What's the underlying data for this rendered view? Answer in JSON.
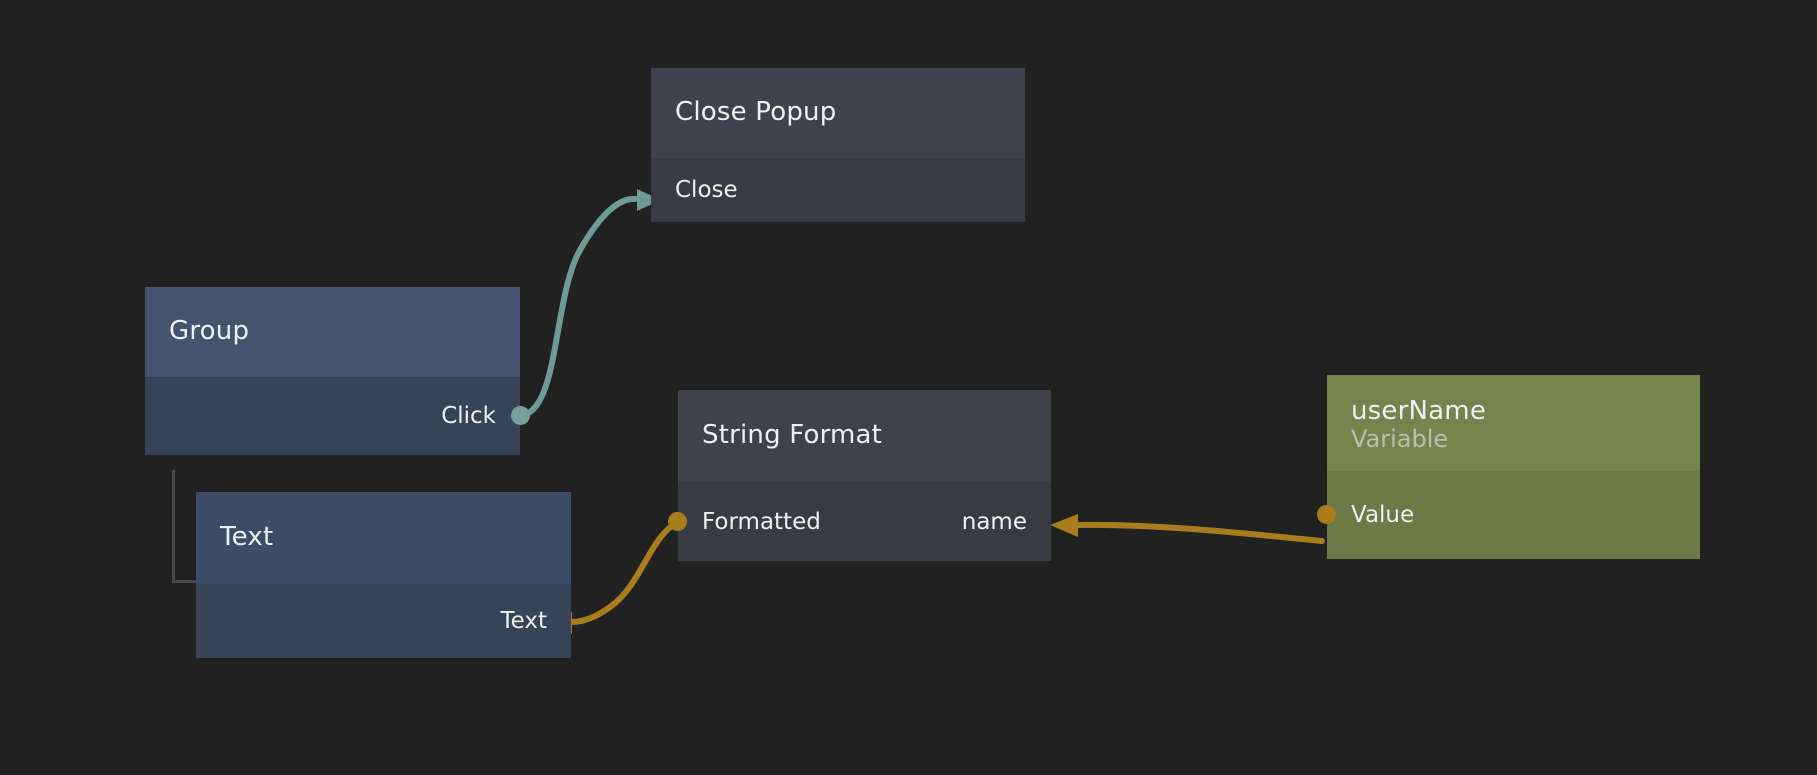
{
  "editor": {
    "background_color": "#212121",
    "name": "node-graph-editor"
  },
  "nodes": [
    {
      "id": "close-popup",
      "title": "Close Popup",
      "subtitle": "",
      "header_color": "#3f414d",
      "body_color": "#383b44",
      "ports": [
        {
          "name": "Close",
          "side": "input",
          "type": "exec",
          "color": "#6f9b96"
        }
      ]
    },
    {
      "id": "group",
      "title": "Group",
      "subtitle": "",
      "header_color": "#44546e",
      "body_color": "#374457",
      "ports": [
        {
          "name": "Click",
          "side": "output",
          "type": "exec",
          "color": "#77a09b"
        }
      ]
    },
    {
      "id": "text",
      "title": "Text",
      "subtitle": "",
      "header_color": "#3d4d68",
      "body_color": "#374457",
      "ports": [
        {
          "name": "Text",
          "side": "input",
          "type": "data",
          "color": "#a87d1e"
        }
      ]
    },
    {
      "id": "string-format",
      "title": "String Format",
      "subtitle": "",
      "header_color": "#3f414d",
      "body_color": "#383b44",
      "ports": [
        {
          "name": "Formatted",
          "side": "output",
          "type": "data",
          "color": "#a87d1e"
        },
        {
          "name": "name",
          "side": "input",
          "type": "data",
          "color": "#a87d1e"
        }
      ]
    },
    {
      "id": "username",
      "title": "userName",
      "subtitle": "Variable",
      "header_color": "#73844d",
      "body_color": "#6b7a47",
      "ports": [
        {
          "name": "Value",
          "side": "output",
          "type": "data",
          "color": "#a87d1e"
        }
      ]
    }
  ],
  "connections": [
    {
      "id": "click-to-close",
      "from": "Click",
      "to": "Close",
      "color": "#6f9b96"
    },
    {
      "id": "formatted-to-text",
      "from": "Formatted",
      "to": "Text",
      "color": "#a87d1e"
    },
    {
      "id": "value-to-name",
      "from": "Value",
      "to": "name",
      "color": "#a87d1e"
    }
  ],
  "labels": {
    "close_popup_title": "Close Popup",
    "close_port": "Close",
    "group_title": "Group",
    "click_port": "Click",
    "text_title": "Text",
    "text_port": "Text",
    "string_format_title": "String Format",
    "formatted_port": "Formatted",
    "name_port": "name",
    "username_title": "userName",
    "username_subtitle": "Variable",
    "value_port": "Value"
  }
}
